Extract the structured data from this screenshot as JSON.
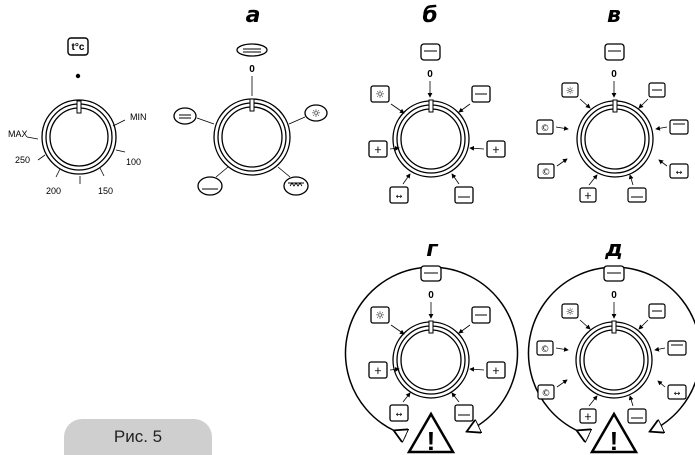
{
  "figure": {
    "caption": "Рис. 5",
    "temp_symbol": "t°c"
  },
  "thermostat": {
    "labels": [
      "MAX",
      "MIN",
      "250",
      "100",
      "200",
      "150"
    ]
  },
  "variants": {
    "a": {
      "letter": "а",
      "zero": "0"
    },
    "b": {
      "letter": "б",
      "zero": "0"
    },
    "v": {
      "letter": "в",
      "zero": "0"
    },
    "g": {
      "letter": "г",
      "zero": "0",
      "warning": "!"
    },
    "d": {
      "letter": "д",
      "zero": "0",
      "warning": "!"
    }
  },
  "icons": {
    "mode_icons": [
      "lamp-icon",
      "fan-icon",
      "grill-icon",
      "lower-heat-icon",
      "upper-heat-icon",
      "convection-icon",
      "defrost-icon",
      "warning-icon"
    ]
  }
}
